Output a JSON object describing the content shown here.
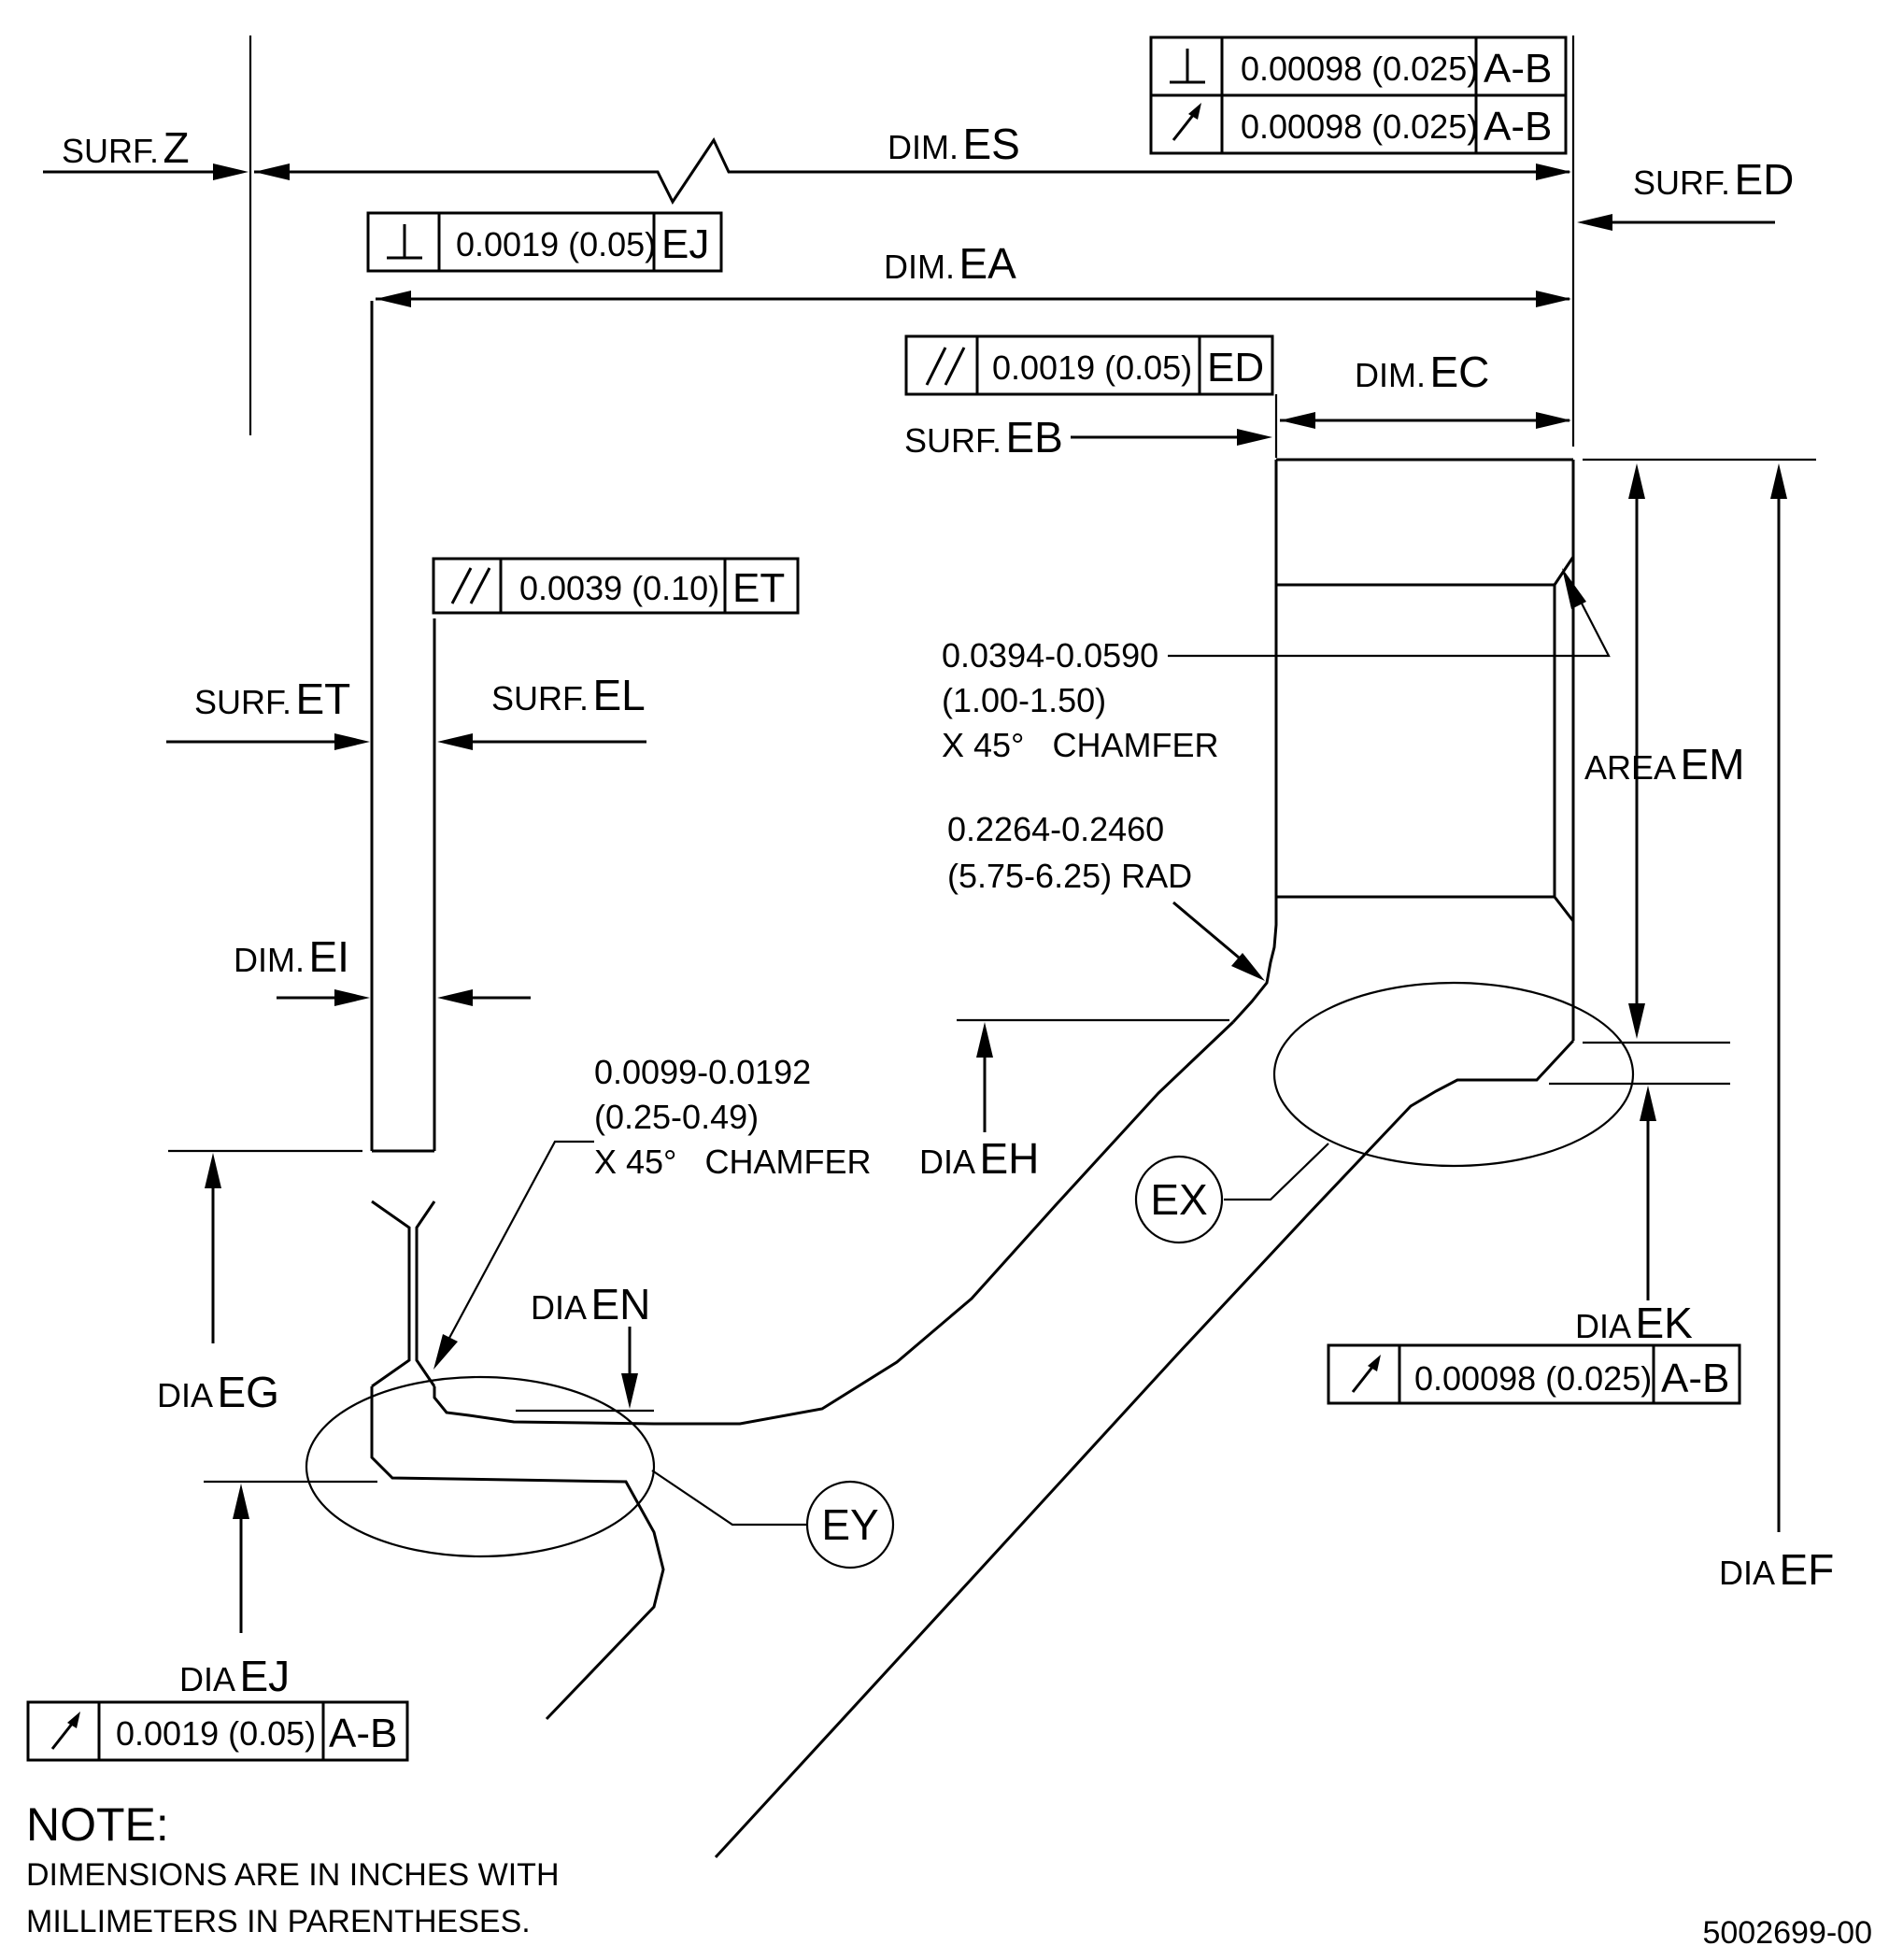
{
  "labels": {
    "surf_z": {
      "prefix": "SURF.",
      "id": "Z"
    },
    "dim_es": {
      "prefix": "DIM.",
      "id": "ES"
    },
    "surf_ed": {
      "prefix": "SURF.",
      "id": "ED"
    },
    "dim_ea": {
      "prefix": "DIM.",
      "id": "EA"
    },
    "dim_ec": {
      "prefix": "DIM.",
      "id": "EC"
    },
    "surf_eb": {
      "prefix": "SURF.",
      "id": "EB"
    },
    "surf_et": {
      "prefix": "SURF.",
      "id": "ET"
    },
    "surf_el": {
      "prefix": "SURF.",
      "id": "EL"
    },
    "dim_ei": {
      "prefix": "DIM.",
      "id": "EI"
    },
    "area_em": {
      "prefix": "AREA",
      "id": "EM"
    },
    "dia_eh": {
      "prefix": "DIA",
      "id": "EH"
    },
    "dia_eg": {
      "prefix": "DIA",
      "id": "EG"
    },
    "dia_en": {
      "prefix": "DIA",
      "id": "EN"
    },
    "dia_ek": {
      "prefix": "DIA",
      "id": "EK"
    },
    "dia_ej": {
      "prefix": "DIA",
      "id": "EJ"
    },
    "dia_ef": {
      "prefix": "DIA",
      "id": "EF"
    }
  },
  "callouts": {
    "chamfer_large": [
      "0.0394-0.0590",
      "(1.00-1.50)",
      "X 45°   CHAMFER"
    ],
    "radius": [
      "0.2264-0.2460",
      "(5.75-6.25) RAD"
    ],
    "chamfer_small": [
      "0.0099-0.0192",
      "(0.25-0.49)",
      "X 45°   CHAMFER"
    ]
  },
  "detail_bubbles": {
    "ex": "EX",
    "ey": "EY"
  },
  "feature_control_frames": {
    "fcf_top_perp": {
      "symbol": "perpendicularity",
      "tolerance": "0.00098 (0.025)",
      "datum": "A-B"
    },
    "fcf_top_run": {
      "symbol": "circular-runout",
      "tolerance": "0.00098 (0.025)",
      "datum": "A-B"
    },
    "fcf_ea_perp": {
      "symbol": "perpendicularity",
      "tolerance": "0.0019 (0.05)",
      "datum": "EJ"
    },
    "fcf_eb_par": {
      "symbol": "parallelism",
      "tolerance": "0.0019 (0.05)",
      "datum": "ED"
    },
    "fcf_et_par": {
      "symbol": "parallelism",
      "tolerance": "0.0039 (0.10)",
      "datum": "ET"
    },
    "fcf_ek_run": {
      "symbol": "circular-runout",
      "tolerance": "0.00098 (0.025)",
      "datum": "A-B"
    },
    "fcf_ej_run": {
      "symbol": "circular-runout",
      "tolerance": "0.0019 (0.05)",
      "datum": "A-B"
    }
  },
  "symbols": {
    "perpendicularity": "⊥",
    "parallelism": "//"
  },
  "note": {
    "title": "NOTE:",
    "lines": [
      "DIMENSIONS ARE IN INCHES WITH",
      "MILLIMETERS IN PARENTHESES."
    ]
  },
  "drawing_number": "5002699-00"
}
